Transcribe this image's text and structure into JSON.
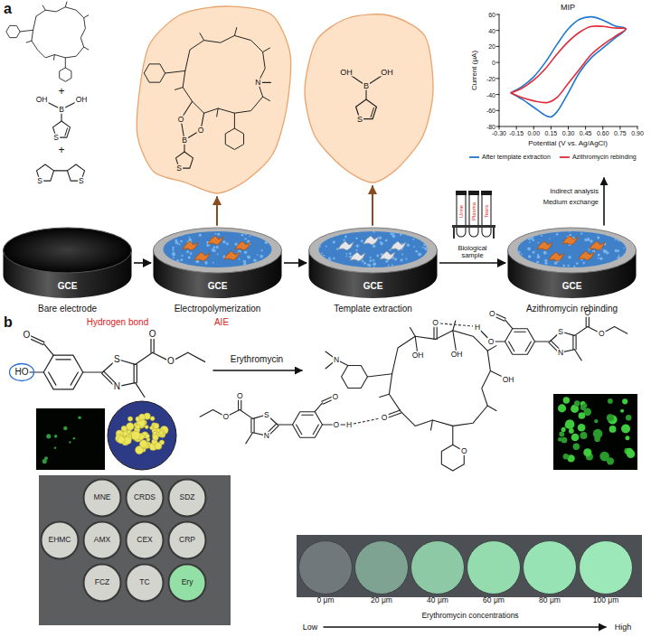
{
  "diagram": {
    "nodes": [
      {
        "text": [
          "GCE",
          "Bare electrode"
        ]
      },
      {
        "text": [
          "GCE",
          "Electropolymerization"
        ]
      },
      {
        "text": [
          "GCE",
          "Template extraction"
        ]
      },
      {
        "text": [
          "GCE",
          "Azithromycin rebinding"
        ]
      },
      {
        "text": [
          "MNE"
        ]
      },
      {
        "text": [
          "CRDS"
        ]
      },
      {
        "text": [
          "SDZ"
        ]
      },
      {
        "text": [
          "EHMC"
        ]
      },
      {
        "text": [
          "AMX"
        ]
      },
      {
        "text": [
          "CEX"
        ]
      },
      {
        "text": [
          "CRP"
        ]
      },
      {
        "text": [
          "FCZ"
        ]
      },
      {
        "text": [
          "TC"
        ]
      },
      {
        "text": [
          "Ery"
        ]
      },
      {
        "text": [
          "0 μm"
        ]
      },
      {
        "text": [
          "20 μm"
        ]
      },
      {
        "text": [
          "40 μm"
        ]
      },
      {
        "text": [
          "60 μm"
        ]
      },
      {
        "text": [
          "80 μm"
        ]
      },
      {
        "text": [
          "100 μm"
        ]
      }
    ],
    "edges": [
      {
        "from": 0,
        "to": 1,
        "arrow": "to"
      },
      {
        "from": 1,
        "to": 2,
        "arrow": "to"
      },
      {
        "from": 2,
        "to": 3,
        "label": "Biological sample",
        "arrow": "to"
      }
    ],
    "labels": [
      "a",
      "+",
      "OH",
      "B",
      "OH",
      "S",
      "+",
      "S",
      "S",
      "B",
      "O",
      "O",
      "S",
      "N",
      "OH",
      "B",
      "OH",
      "S",
      "MIP",
      "Current (μA)",
      "Potential (V vs. Ag/AgCl)",
      "60",
      "40",
      "20",
      "0",
      "-20",
      "-40",
      "-60",
      "-80",
      "-0.30",
      "-0.15",
      "0.00",
      "0.15",
      "0.30",
      "0.45",
      "0.60",
      "0.75",
      "0.90",
      "Urine",
      "Plasma",
      "Tears",
      "Indirect analysis",
      "Medium exchange",
      "b",
      "Hydrogen bond",
      "AIE",
      "Erythromycin",
      "O",
      "HO",
      "S",
      "N",
      "O",
      "O",
      "O",
      "OH",
      "OH",
      "OH",
      "N",
      "O",
      "O",
      "H",
      "O",
      "O",
      "S",
      "N",
      "O",
      "O",
      "H",
      "O",
      "O",
      "S",
      "N",
      "O",
      "O",
      "Low",
      "High",
      "Erythromycin concentrations"
    ],
    "legend": [
      {
        "text": "After template extraction"
      },
      {
        "text": "Azithromycin rebinding"
      }
    ]
  }
}
